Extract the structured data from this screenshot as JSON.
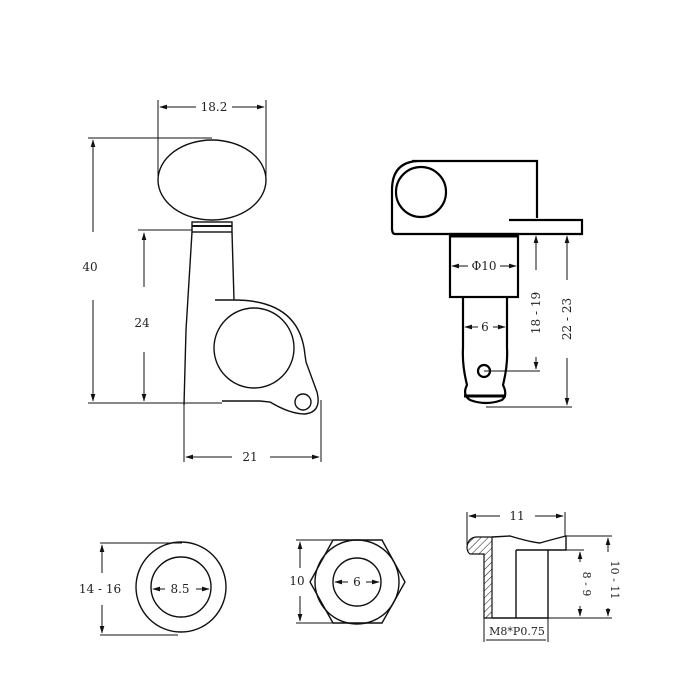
{
  "drawing": {
    "subject": "Guitar tuning machine head",
    "front_view": {
      "button_width": "18.2",
      "overall_height": "40",
      "body_height": "24",
      "body_width": "21"
    },
    "side_view": {
      "post_diameter": "Φ10",
      "shaft_diameter": "6",
      "post_length_short": "18 - 19",
      "post_length_long": "22 - 23"
    },
    "washer": {
      "outer_diameter": "14 - 16",
      "inner_diameter": "8.5"
    },
    "hex_nut": {
      "across_flats": "10",
      "inner_diameter": "6"
    },
    "bushing": {
      "flange_width": "11",
      "thread": "M8*P0.75",
      "inner_depth": "8 - 9",
      "overall_height": "10 - 11"
    }
  },
  "colors": {
    "line": "#111111",
    "background": "#ffffff"
  }
}
